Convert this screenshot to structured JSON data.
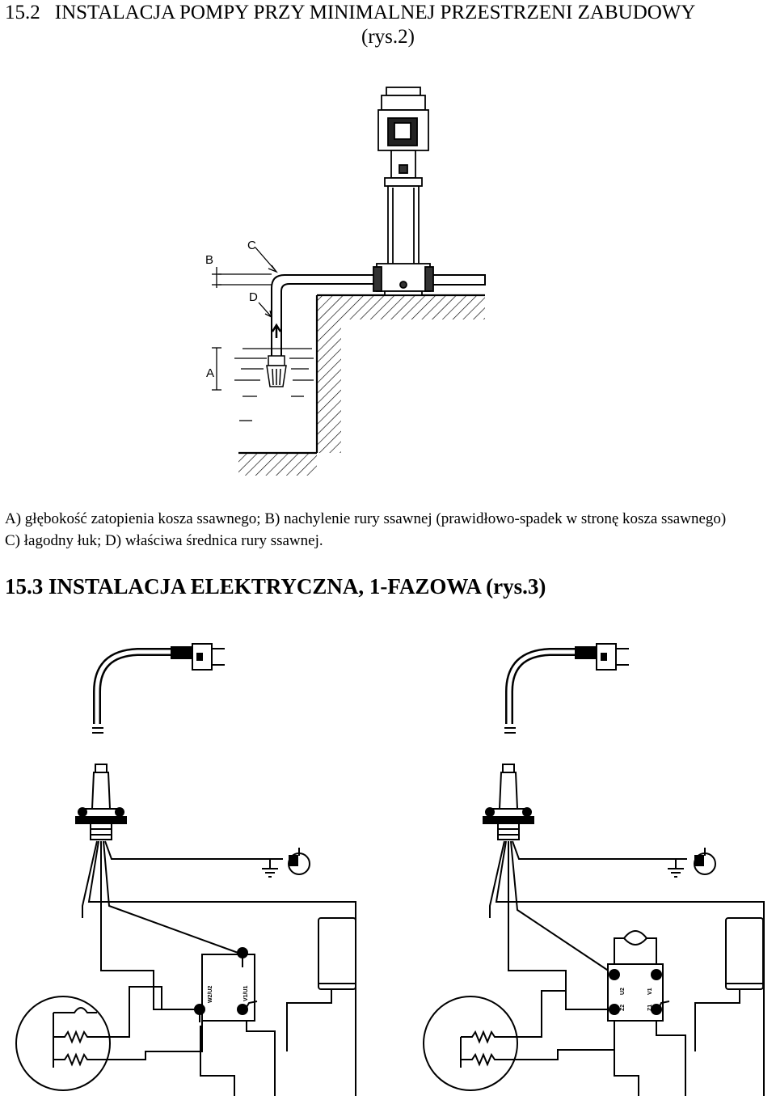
{
  "section_2": {
    "number": "15.2",
    "title": "INSTALACJA POMPY PRZY MINIMALNEJ PRZESTRZENI ZABUDOWY",
    "figure_ref": "(rys.2)"
  },
  "figure_2": {
    "labels": {
      "a": "A",
      "b": "B",
      "c": "C",
      "d": "D"
    }
  },
  "caption": {
    "line1": "A)   głębokość zatopienia kosza ssawnego;  B) nachylenie rury ssawnej (prawidłowo-spadek w stronę kosza ssawnego)",
    "line2": "C)   łagodny łuk;  D) właściwa średnica rury ssawnej."
  },
  "section_3": {
    "title": "15.3 INSTALACJA ELEKTRYCZNA, 1-FAZOWA (rys.3)"
  },
  "figure_3": {
    "left_terminals": {
      "a": "W2/U2",
      "b": "V1/U1"
    },
    "right_terminals": {
      "a": "U2",
      "b": "V1",
      "c": "Z2",
      "d": "Z1"
    }
  }
}
